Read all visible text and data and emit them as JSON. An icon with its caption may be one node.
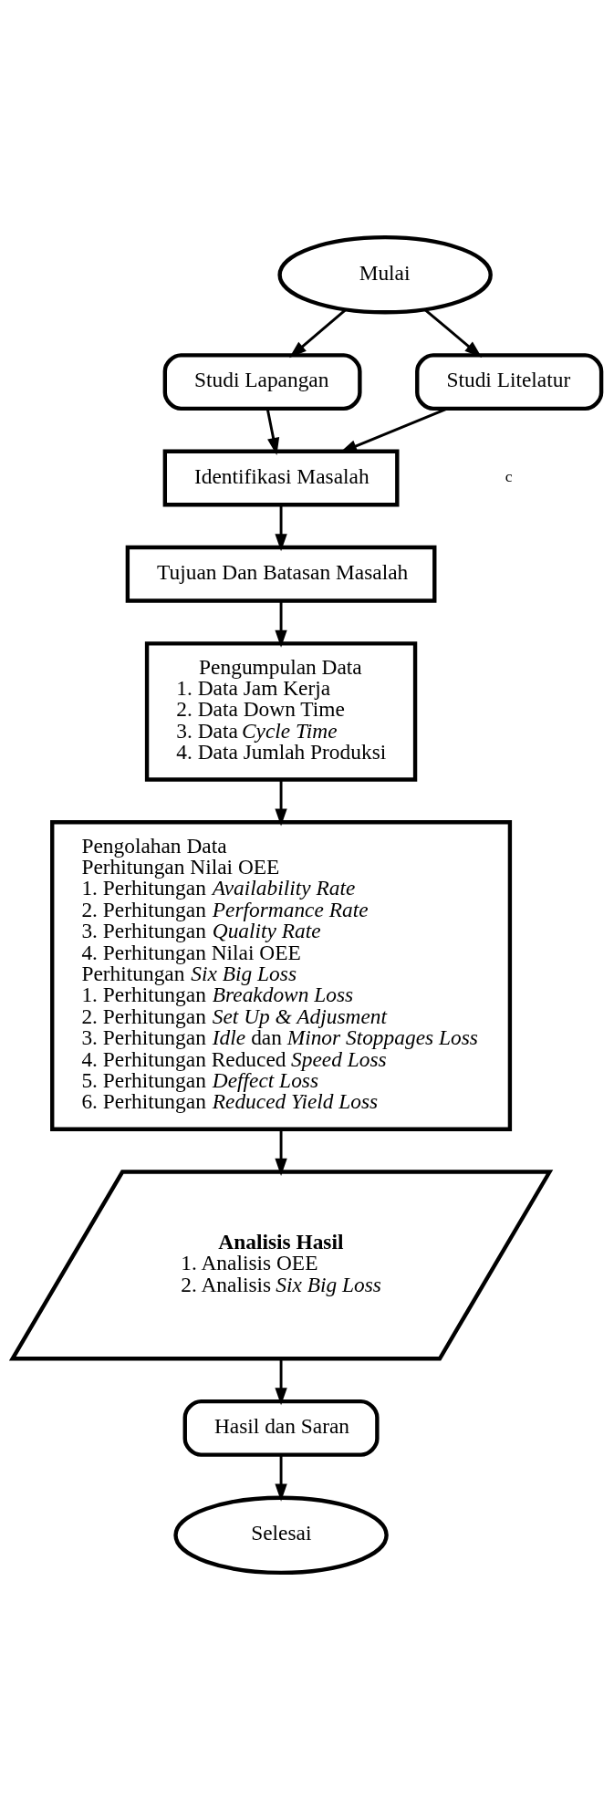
{
  "diagram": {
    "nodes": [
      {
        "text": [
          "Mulai"
        ]
      },
      {
        "text": [
          "Studi Lapangan"
        ]
      },
      {
        "text": [
          "Studi Litelatur"
        ]
      },
      {
        "text": [
          "Identifikasi Masalah"
        ]
      },
      {
        "text": [
          "Tujuan Dan Batasan Masalah"
        ]
      },
      {
        "text": [
          "Pengumpulan Data",
          "1. Data Jam Kerja",
          "2. Data Down Time",
          "3. Data *Cycle Time*",
          "4. Data Jumlah Produksi"
        ]
      },
      {
        "text": [
          "Pengolahan Data",
          "Perhitungan Nilai OEE",
          "1. Perhitungan *Availability Rate*",
          "2. Perhitungan *Performance Rate*",
          "3. Perhitungan *Quality Rate*",
          "4. Perhitungan Nilai OEE",
          "Perhitungan *Six Big Loss*",
          "1. Perhitungan *Breakdown Loss*",
          "2. Perhitungan *Set Up & Adjusment*",
          "3. Perhitungan *Idle* dan *Minor Stoppages Loss*",
          "4. Perhitungan Reduced *Speed Loss*",
          "5. Perhitungan *Deffect Loss*",
          "6. Perhitungan *Reduced Yield Loss*"
        ]
      },
      {
        "text": [
          "Analisis Hasil",
          "1. Analisis OEE",
          "2. Analisis *Six Big Loss*"
        ]
      },
      {
        "text": [
          "Hasil dan Saran"
        ]
      },
      {
        "text": [
          "Selesai"
        ]
      }
    ],
    "edges": [
      {
        "from": 0,
        "to": 1,
        "arrow": "to"
      },
      {
        "from": 0,
        "to": 2,
        "arrow": "to"
      },
      {
        "from": 1,
        "to": 3,
        "arrow": "to"
      },
      {
        "from": 2,
        "to": 3,
        "arrow": "to"
      },
      {
        "from": 3,
        "to": 4,
        "arrow": "to"
      },
      {
        "from": 4,
        "to": 5,
        "arrow": "to"
      },
      {
        "from": 5,
        "to": 6,
        "arrow": "to"
      },
      {
        "from": 6,
        "to": 7,
        "arrow": "to"
      },
      {
        "from": 7,
        "to": 8,
        "arrow": "to"
      },
      {
        "from": 8,
        "to": 9,
        "arrow": "to"
      }
    ],
    "labels": [
      "c"
    ]
  }
}
